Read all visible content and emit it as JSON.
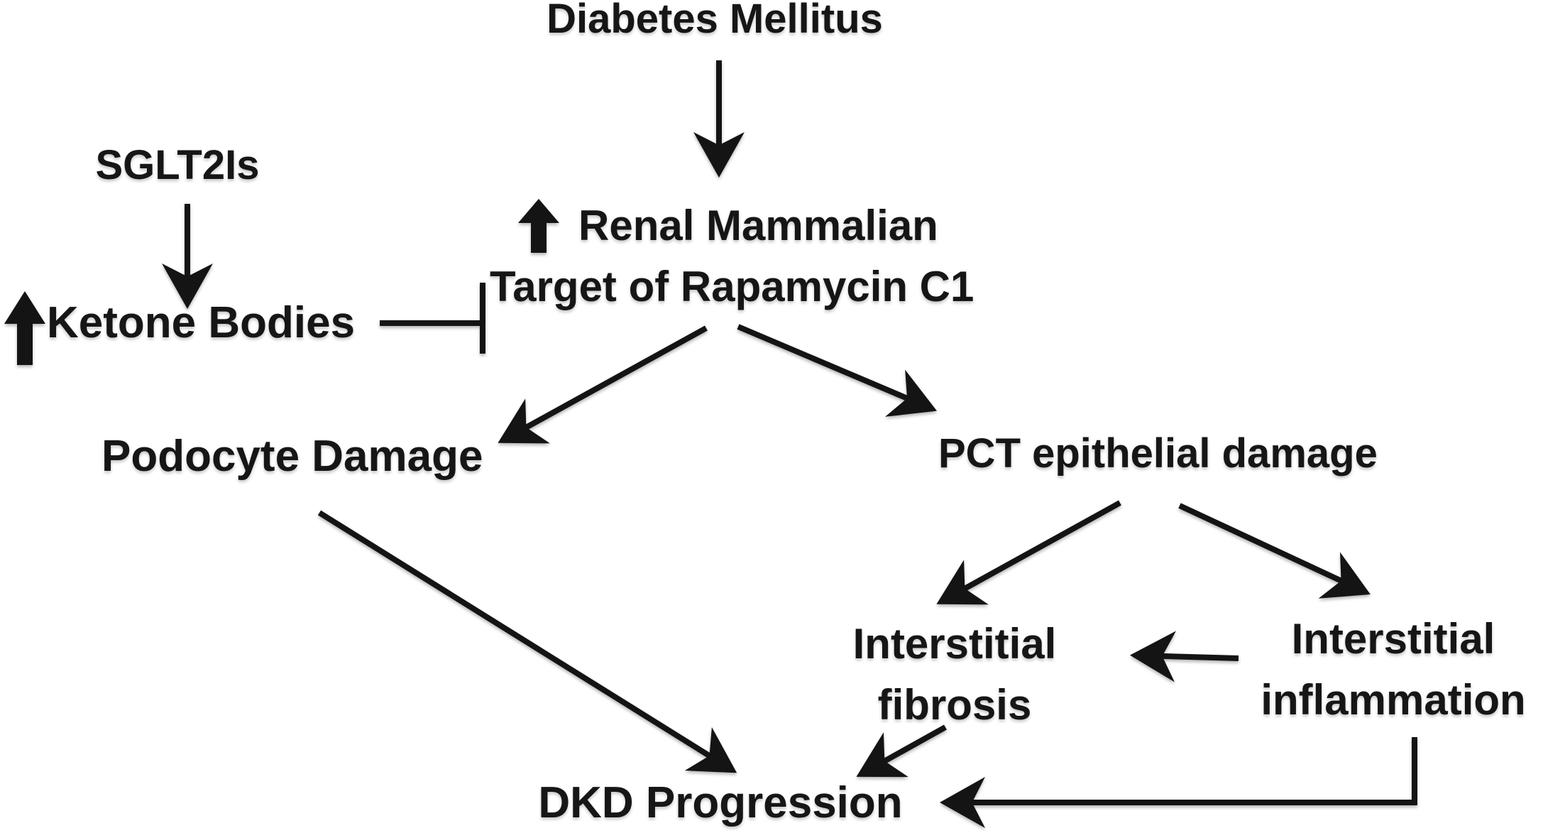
{
  "diagram": {
    "description": "Flow diagram linking diabetes, SGLT2 inhibitors, ketone bodies and renal mTORC1 signalling to diabetic kidney disease progression",
    "nodes": {
      "diabetes": {
        "label": "Diabetes Mellitus"
      },
      "sglt2is": {
        "label": "SGLT2Is"
      },
      "ketone": {
        "label": "Ketone Bodies",
        "prefix_icon": "up-arrow"
      },
      "mtor": {
        "line1": "Renal Mammalian",
        "line2": "Target of Rapamycin C1",
        "prefix_icon": "up-arrow"
      },
      "podocyte": {
        "label": "Podocyte Damage"
      },
      "pct": {
        "label": "PCT epithelial damage"
      },
      "fibrosis": {
        "line1": "Interstitial",
        "line2": "fibrosis"
      },
      "inflammation": {
        "line1": "Interstitial",
        "line2": "inflammation"
      },
      "dkd": {
        "label": "DKD Progression"
      }
    },
    "edges": [
      {
        "from": "diabetes",
        "to": "mtor",
        "type": "arrow"
      },
      {
        "from": "sglt2is",
        "to": "ketone",
        "type": "arrow"
      },
      {
        "from": "ketone",
        "to": "mtor",
        "type": "inhibition"
      },
      {
        "from": "mtor",
        "to": "podocyte",
        "type": "arrow"
      },
      {
        "from": "mtor",
        "to": "pct",
        "type": "arrow"
      },
      {
        "from": "podocyte",
        "to": "dkd",
        "type": "arrow"
      },
      {
        "from": "pct",
        "to": "fibrosis",
        "type": "arrow"
      },
      {
        "from": "pct",
        "to": "inflammation",
        "type": "arrow"
      },
      {
        "from": "inflammation",
        "to": "fibrosis",
        "type": "arrow"
      },
      {
        "from": "fibrosis",
        "to": "dkd",
        "type": "arrow"
      },
      {
        "from": "inflammation",
        "to": "dkd",
        "type": "arrow-elbow"
      }
    ],
    "colors": {
      "ink": "#141414",
      "background": "#ffffff"
    }
  }
}
